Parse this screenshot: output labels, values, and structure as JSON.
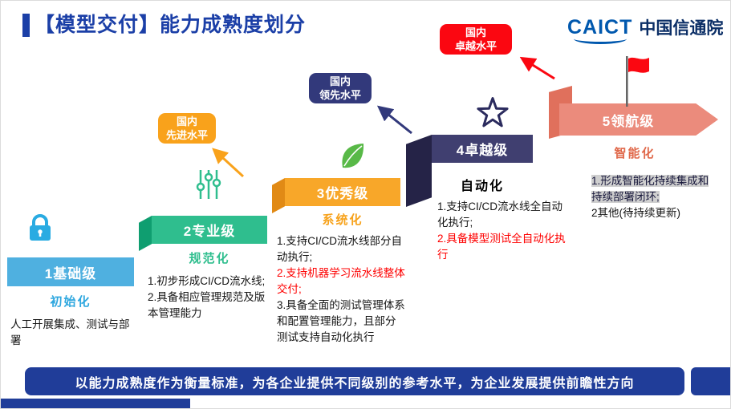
{
  "title": "【模型交付】能力成熟度划分",
  "logo": {
    "caict": "CAICT",
    "name": "中国信通院"
  },
  "badges": {
    "advanced": {
      "line1": "国内",
      "line2": "先进水平"
    },
    "leading": {
      "line1": "国内",
      "line2": "领先水平"
    },
    "excellent": {
      "line1": "国内",
      "line2": "卓越水平"
    }
  },
  "levels": [
    {
      "bar": "1基础级",
      "keyword": "初始化",
      "items": [
        {
          "text": "人工开展集成、测试与部署"
        }
      ]
    },
    {
      "bar": "2专业级",
      "keyword": "规范化",
      "items": [
        {
          "text": "1.初步形成CI/CD流水线;"
        },
        {
          "text": "2.具备相应管理规范及版本管理能力"
        }
      ]
    },
    {
      "bar": "3优秀级",
      "keyword": "系统化",
      "items": [
        {
          "text": "1.支持CI/CD流水线部分自动执行;"
        },
        {
          "text": "2.支持机器学习流水线整体交付;"
        },
        {
          "text": "3.具备全面的测试管理体系和配置管理能力，且部分测试支持自动化执行"
        }
      ]
    },
    {
      "bar": "4卓越级",
      "keyword": "自动化",
      "items": [
        {
          "text": "1.支持CI/CD流水线全自动化执行;"
        },
        {
          "text": "2.具备模型测试全自动化执行"
        }
      ]
    },
    {
      "bar": "5领航级",
      "keyword": "智能化",
      "items": [
        {
          "text": "1.形成智能化持续集成和持续部署闭环;"
        },
        {
          "text": "2其他(待持续更新)"
        }
      ]
    }
  ],
  "footer": "以能力成熟度作为衡量标准，为各企业提供不同级别的参考水平，为企业发展提供前瞻性方向",
  "icons": {
    "level1": "lock-icon",
    "level2": "sliders-icon",
    "level3": "leaf-icon",
    "level4": "star-icon",
    "level5": "flag-icon"
  },
  "colors": {
    "title_blue": "#1B3FA7",
    "level1_blue": "#4FB0E0",
    "level2_green": "#2FBE8E",
    "level3_orange": "#F8A729",
    "level4_navy": "#403F70",
    "level5_salmon": "#EB8B7C",
    "badge_orange": "#F9A21B",
    "badge_navy": "#32397B",
    "badge_red": "#FB0711",
    "banner_navy": "#203D99",
    "red_text": "#FE0000"
  }
}
